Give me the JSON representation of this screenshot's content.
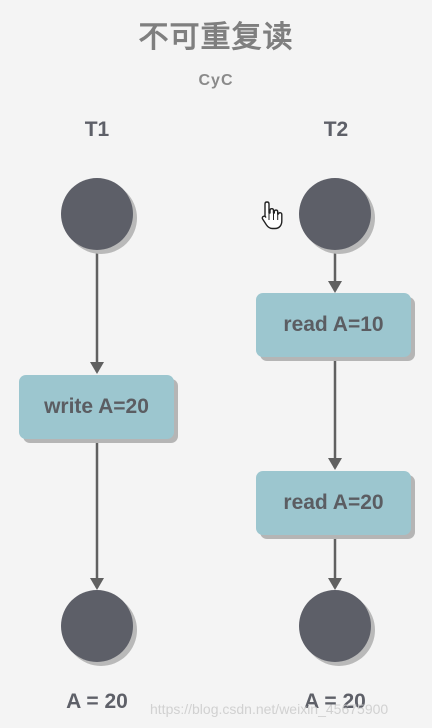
{
  "title": "不可重复读",
  "subtitle": "CyC",
  "columns": [
    {
      "label": "T1"
    },
    {
      "label": "T2"
    }
  ],
  "actions": {
    "t1_write": "write A=20",
    "t2_read_first": "read A=10",
    "t2_read_second": "read A=20"
  },
  "results": {
    "t1": "A = 20",
    "t2": "A = 20"
  },
  "watermark": "https://blog.csdn.net/weixin_45675900",
  "colors": {
    "background": "#f4f4f4",
    "node": "#5d5f68",
    "action_box": "#9cc6cf",
    "arrow": "#606060",
    "text": "#5e6068"
  },
  "icons": {
    "cursor": "hand-pointer-icon"
  }
}
